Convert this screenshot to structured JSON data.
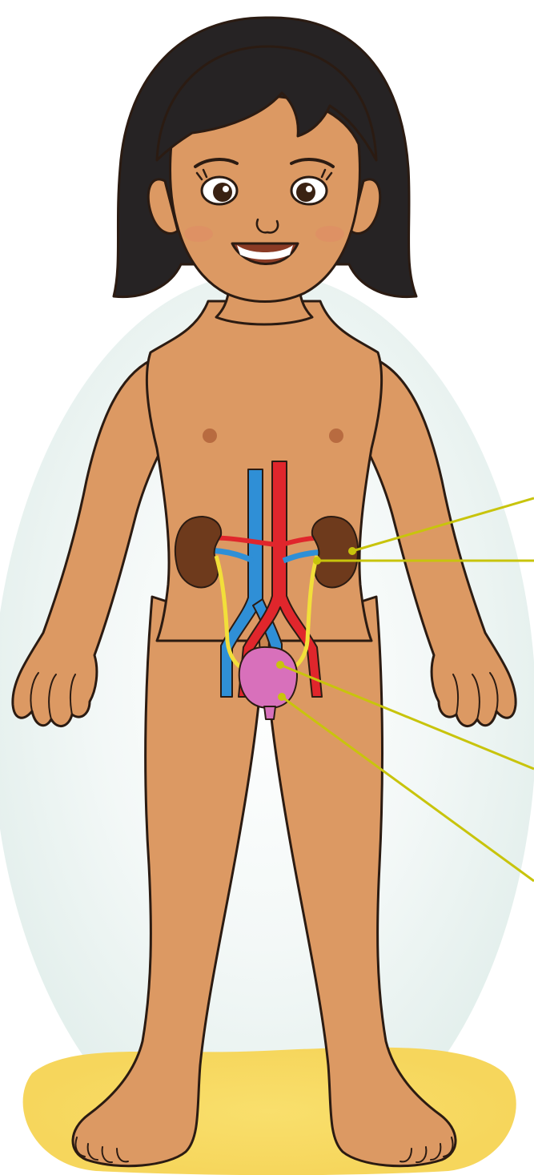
{
  "figure": {
    "subject": "child-urinary-system",
    "labels": [],
    "colors": {
      "background_glow": "#e3efec",
      "ground": "#f6d65c",
      "skin": "#dc9963",
      "skin_shadow": "#c9854f",
      "outline": "#2b1b12",
      "hair": "#262324",
      "kidney": "#6e3a1c",
      "vein": "#2f8fd6",
      "artery": "#e0262c",
      "ureter": "#f2df3a",
      "bladder": "#d870bb",
      "leader_line": "#c8c40c",
      "nipple": "#b86b40",
      "lips": "#8a3b25"
    },
    "pointers": [
      {
        "name": "kidney-pointer"
      },
      {
        "name": "ureter-pointer"
      },
      {
        "name": "bladder-pointer"
      },
      {
        "name": "urethra-pointer"
      }
    ]
  }
}
